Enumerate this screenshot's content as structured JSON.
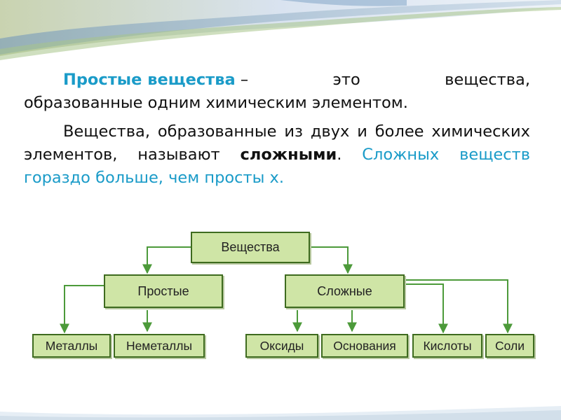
{
  "text": {
    "p1_term": "Простые вещества",
    "p1_dash": "–",
    "p1_word_eto": "это",
    "p1_word_veshchestva": "вещества,",
    "p1_line2": "образованные одним химическим элементом.",
    "p2_start": "Вещества, образованные из двух и более химических элементов, называют ",
    "p2_bold": "сложными",
    "p2_end": ".",
    "p2_blue": " Сложных веществ гораздо больше, чем просты х."
  },
  "diagram": {
    "root": "Вещества",
    "simple": "Простые",
    "complex": "Сложные",
    "metals": "Металлы",
    "nonmetals": "Неметаллы",
    "oxides": "Оксиды",
    "bases": "Основания",
    "acids": "Кислоты",
    "salts": "Соли"
  },
  "colors": {
    "box_fill": "#cfe5a6",
    "box_border": "#3e6b1f",
    "arrow": "#4c9a3a",
    "accent_text": "#1a9bc8"
  }
}
